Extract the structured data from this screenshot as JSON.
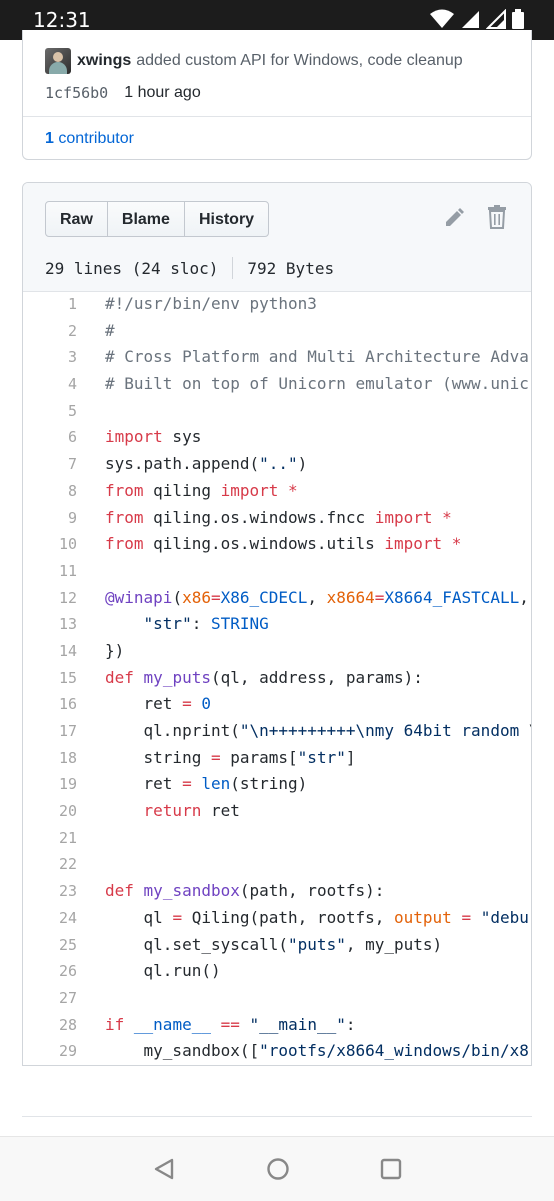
{
  "status_bar": {
    "time": "12:31"
  },
  "commit": {
    "author": "xwings",
    "message": "added custom API for Windows, code cleanup",
    "sha": "1cf56b0",
    "time_ago": "1 hour ago",
    "contributors_count": "1",
    "contributors_label": "contributor"
  },
  "file": {
    "buttons": {
      "raw": "Raw",
      "blame": "Blame",
      "history": "History"
    },
    "lines_info": "29 lines (24 sloc)",
    "size": "792 Bytes",
    "lines": [
      {
        "n": "1",
        "t": "#!/usr/bin/env python3"
      },
      {
        "n": "2",
        "t": "#"
      },
      {
        "n": "3",
        "t": "# Cross Platform and Multi Architecture Adva"
      },
      {
        "n": "4",
        "t": "# Built on top of Unicorn emulator (www.unic"
      },
      {
        "n": "5",
        "t": ""
      },
      {
        "n": "6",
        "t": "import sys"
      },
      {
        "n": "7",
        "t": "sys.path.append(\"..\")"
      },
      {
        "n": "8",
        "t": "from qiling import *"
      },
      {
        "n": "9",
        "t": "from qiling.os.windows.fncc import *"
      },
      {
        "n": "10",
        "t": "from qiling.os.windows.utils import *"
      },
      {
        "n": "11",
        "t": ""
      },
      {
        "n": "12",
        "t": "@winapi(x86=X86_CDECL, x8664=X8664_FASTCALL,"
      },
      {
        "n": "13",
        "t": "    \"str\": STRING"
      },
      {
        "n": "14",
        "t": "})"
      },
      {
        "n": "15",
        "t": "def my_puts(ql, address, params):"
      },
      {
        "n": "16",
        "t": "    ret = 0"
      },
      {
        "n": "17",
        "t": "    ql.nprint(\"\\n+++++++++\\nmy 64bit random \\"
      },
      {
        "n": "18",
        "t": "    string = params[\"str\"]"
      },
      {
        "n": "19",
        "t": "    ret = len(string)"
      },
      {
        "n": "20",
        "t": "    return ret"
      },
      {
        "n": "21",
        "t": ""
      },
      {
        "n": "22",
        "t": ""
      },
      {
        "n": "23",
        "t": "def my_sandbox(path, rootfs):"
      },
      {
        "n": "24",
        "t": "    ql = Qiling(path, rootfs, output = \"debu"
      },
      {
        "n": "25",
        "t": "    ql.set_syscall(\"puts\", my_puts)"
      },
      {
        "n": "26",
        "t": "    ql.run()"
      },
      {
        "n": "27",
        "t": ""
      },
      {
        "n": "28",
        "t": "if __name__ == \"__main__\":"
      },
      {
        "n": "29",
        "t": "    my_sandbox([\"rootfs/x8664_windows/bin/x8"
      }
    ]
  },
  "icons": {
    "wifi": "wifi-icon",
    "signal": "cell-signal-icon",
    "battery": "battery-icon",
    "edit": "pencil-icon",
    "delete": "trash-icon",
    "back": "nav-back-icon",
    "home": "nav-home-icon",
    "recent": "nav-recents-icon"
  },
  "colors": {
    "link": "#0366d6",
    "keyword": "#d73a49",
    "comment": "#6a737d",
    "string": "#032f62",
    "function": "#6f42c1",
    "constant": "#005cc5",
    "param": "#e36209"
  }
}
